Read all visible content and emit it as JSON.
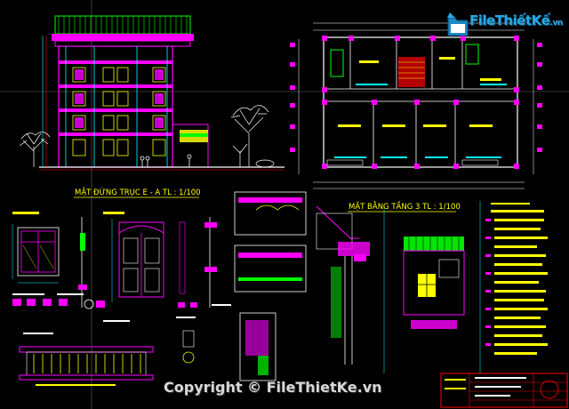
{
  "logo": {
    "brand": "FileThiếtKế",
    "suffix": ".vn",
    "icon": "folder-icon"
  },
  "titles": {
    "elevation": "MẶT ĐỨNG TRỤC E - A   TL : 1/100",
    "floor_plan": "MẶT BẰNG TẦNG 3   TL : 1/100"
  },
  "copyright": "Copyright © FileThietKe.vn",
  "colors": {
    "background": "#000000",
    "magenta": "#ff00ff",
    "yellow": "#ffff00",
    "cyan": "#00ffff",
    "green": "#00ff00",
    "red": "#ff0000",
    "white": "#ffffff"
  }
}
